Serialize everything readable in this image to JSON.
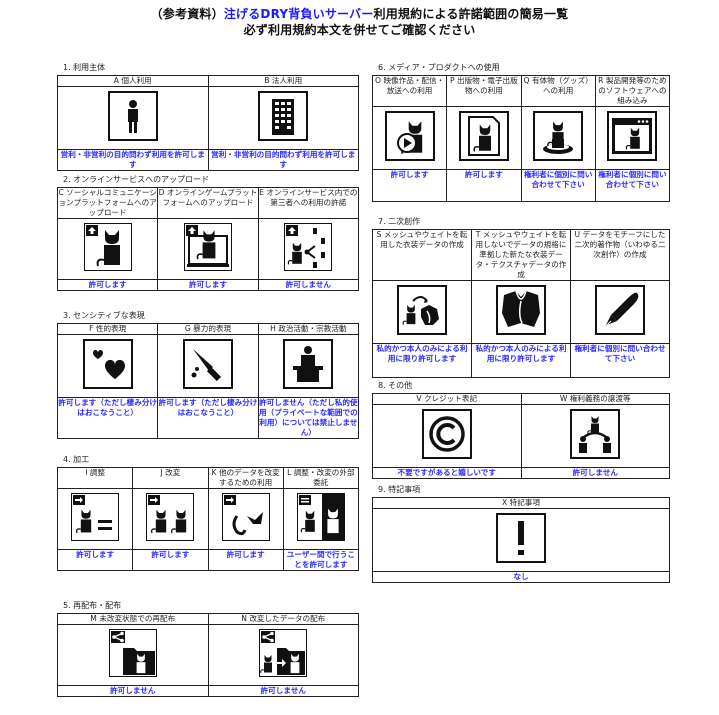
{
  "header": {
    "title_prefix": "（参考資料）",
    "title_highlight": "注げるDRY背負いサーバー",
    "title_suffix": "利用規約による許諾範囲の簡易一覧",
    "subtitle": "必ず利用規約本文を併せてご確認ください"
  },
  "colors": {
    "accent": "#2b2bff",
    "border": "#222222",
    "icon": "#111111"
  },
  "sections": [
    {
      "heading": "1. 利用主体",
      "items": [
        {
          "label": "A 個人利用",
          "icon": "person-icon",
          "result": "営利・非営利の目的問わず利用を許可します"
        },
        {
          "label": "B 法人利用",
          "icon": "building-icon",
          "result": "営利・非営利の目的問わず利用を許可します"
        }
      ]
    },
    {
      "heading": "2. オンラインサービスへのアップロード",
      "items": [
        {
          "label": "C ソーシャルコミュニケーションプラットフォームへのアップロード",
          "icon": "upload-avatar-icon",
          "result": "許可します"
        },
        {
          "label": "D オンラインゲームプラットフォームへのアップロード",
          "icon": "upload-game-icon",
          "result": "許可します"
        },
        {
          "label": "E オンラインサービス内での第三者への利用の許諾",
          "icon": "upload-share-third-party-icon",
          "result": "許可しません"
        }
      ]
    },
    {
      "heading": "3. センシティブな表現",
      "items": [
        {
          "label": "F 性的表現",
          "icon": "hearts-icon",
          "result": "許可します（ただし棲み分けはおこなうこと）"
        },
        {
          "label": "G 暴力的表現",
          "icon": "knife-icon",
          "result": "許可します（ただし棲み分けはおこなうこと）"
        },
        {
          "label": "H 政治活動・宗教活動",
          "icon": "podium-speaker-icon",
          "result": "許可しません（ただし私的使用（プライベートな範囲での利用）については禁止しません）"
        }
      ]
    },
    {
      "heading": "4. 加工",
      "items": [
        {
          "label": "I 調整",
          "icon": "adjust-equal-icon",
          "result": "許可します"
        },
        {
          "label": "J 改変",
          "icon": "modify-icon",
          "result": "許可します"
        },
        {
          "label": "K 他のデータを改変するための利用",
          "icon": "parts-reuse-icon",
          "result": "許可します"
        },
        {
          "label": "L 調整・改変の外部委託",
          "icon": "outsource-icon",
          "result": "ユーザー間で行うことを許可します"
        }
      ]
    },
    {
      "heading": "5. 再配布・配布",
      "items": [
        {
          "label": "M 未改変状態での再配布",
          "icon": "redistribute-icon",
          "result": "許可しません"
        },
        {
          "label": "N 改変したデータの配布",
          "icon": "redistribute-modified-icon",
          "result": "許可しません"
        }
      ]
    },
    {
      "heading": "6. メディア・プロダクトへの使用",
      "items": [
        {
          "label": "O 映像作品・配信・放送への利用",
          "icon": "video-play-icon",
          "result": "許可します"
        },
        {
          "label": "P 出版物・電子出版物への利用",
          "icon": "document-publication-icon",
          "result": "許可します"
        },
        {
          "label": "Q 有体物（グッズ）への利用",
          "icon": "figure-goods-icon",
          "result": "権利者に個別に問い合わせて下さい"
        },
        {
          "label": "R 製品開発等のためのソフトウェアへの組み込み",
          "icon": "software-window-icon",
          "result": "権利者に個別に問い合わせて下さい"
        }
      ]
    },
    {
      "heading": "7. 二次創作",
      "items": [
        {
          "label": "S メッシュやウェイトを転用した衣装データの作成",
          "icon": "outfit-transfer-icon",
          "result": "私的かつ本人のみによる利用に限り許可します"
        },
        {
          "label": "T メッシュやウェイトを転用しないでデータの規格に準拠した新たな衣装データ・テクスチャデータの作成",
          "icon": "outfit-new-icon",
          "result": "私的かつ本人のみによる利用に限り許可します"
        },
        {
          "label": "U データをモチーフにした二次的著作物（いわゆる二次創作）の作成",
          "icon": "pen-nib-icon",
          "result": "権利者に個別に問い合わせて下さい"
        }
      ]
    },
    {
      "heading": "8. その他",
      "items": [
        {
          "label": "V クレジット表記",
          "icon": "copyright-icon",
          "result": "不要ですがあると嬉しいです"
        },
        {
          "label": "W 権利義務の譲渡等",
          "icon": "rights-transfer-icon",
          "result": "許可しません"
        }
      ]
    },
    {
      "heading": "9. 特記事項",
      "items": [
        {
          "label": "X 特記事項",
          "icon": "exclamation-icon",
          "result": "なし"
        }
      ]
    }
  ]
}
